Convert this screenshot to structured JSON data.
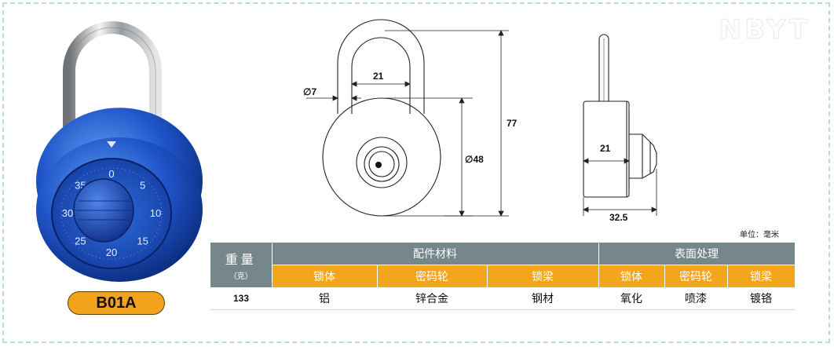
{
  "watermark": "NBYT",
  "model": "B01A",
  "dial_numbers": [
    "0",
    "5",
    "10",
    "15",
    "20",
    "25",
    "30",
    "35"
  ],
  "dimensions": {
    "shackle_inner_width": "21",
    "shackle_diameter": "7",
    "overall_height": "77",
    "body_diameter": "48",
    "body_thickness": "21",
    "overall_depth": "32.5",
    "diameter_symbol": "∅"
  },
  "unit_label": "单位：毫米",
  "table": {
    "weight_header": "重量",
    "weight_unit": "（克）",
    "group_parts": "配件材料",
    "group_surface": "表面处理",
    "sub_headers": [
      "锁体",
      "密码轮",
      "锁梁",
      "锁体",
      "密码轮",
      "锁梁"
    ],
    "weight_value": "133",
    "values": [
      "铝",
      "锌合金",
      "钢材",
      "氧化",
      "喷漆",
      "镀铬"
    ]
  },
  "colors": {
    "header_grey": "#75878a",
    "header_orange": "#f3a61c",
    "lock_blue": "#1f54c8",
    "border_teal": "#b8dcd8"
  }
}
